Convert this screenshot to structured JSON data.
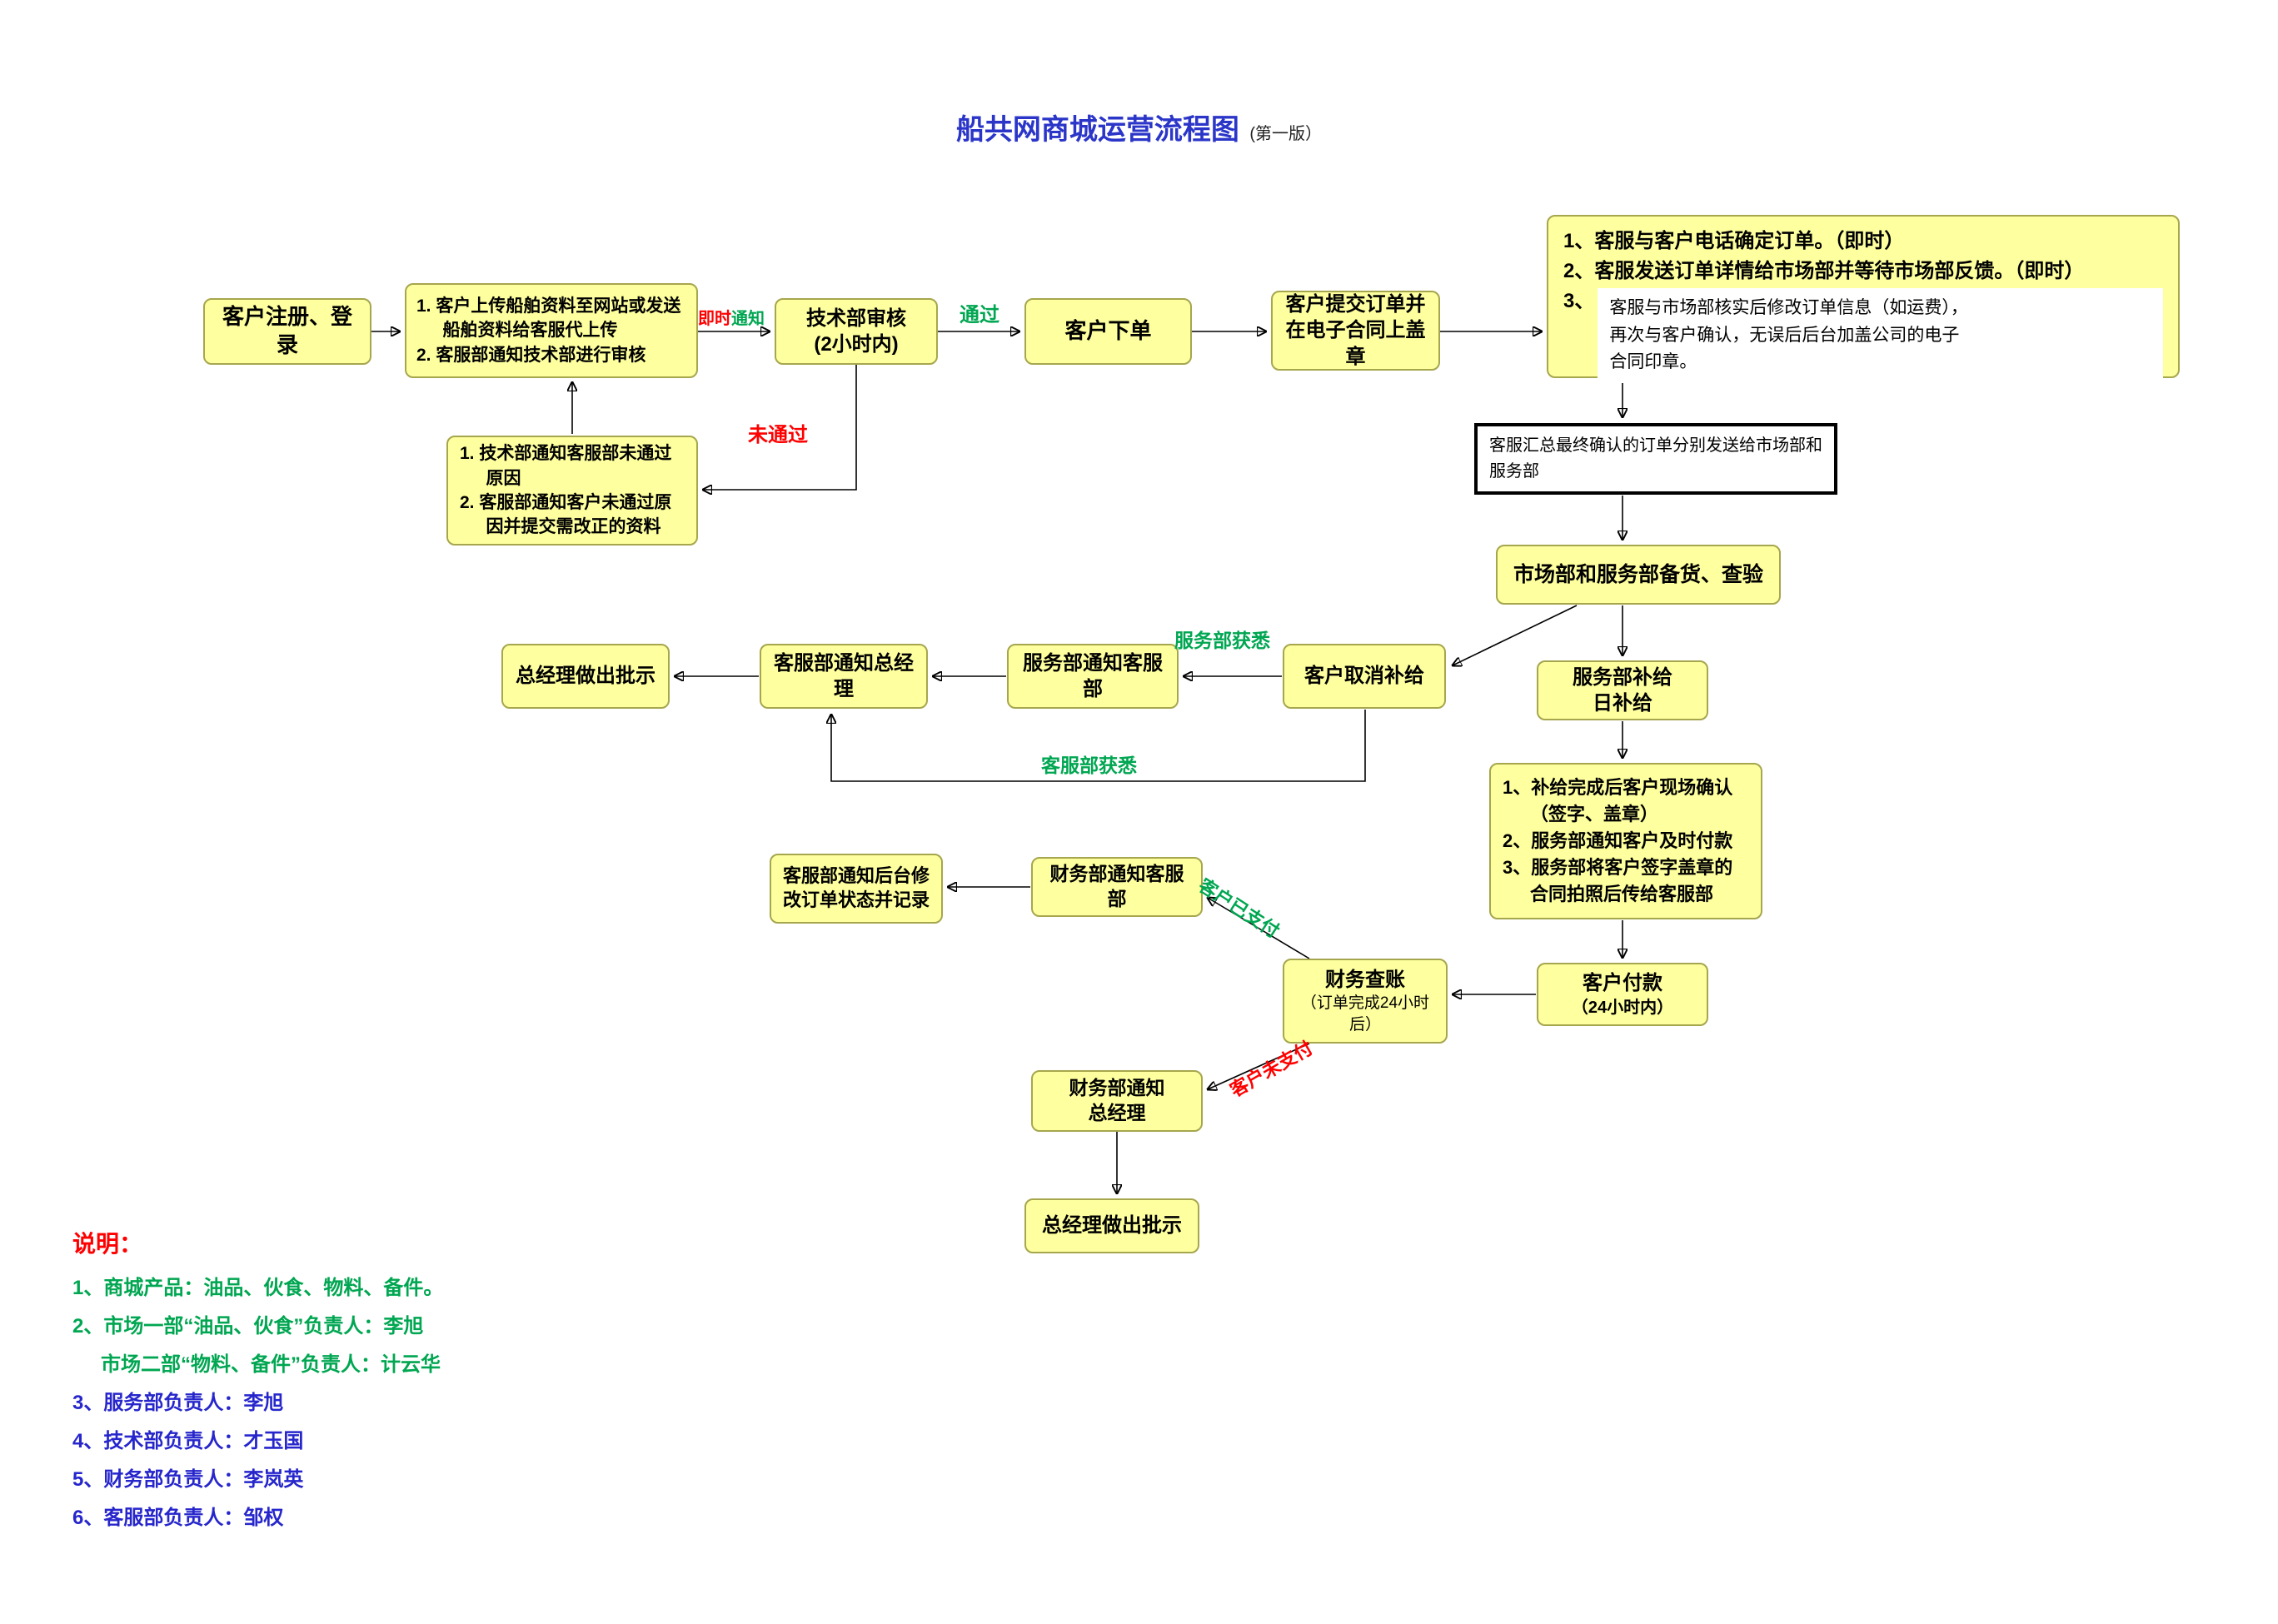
{
  "title": {
    "main": "船共网商城运营流程图",
    "version": "(第一版）"
  },
  "nodes": {
    "register": {
      "label": "客户注册、登录"
    },
    "upload_info": {
      "item1": "1. 客户上传船舶资料至网站或发送船舶资料给客服代上传",
      "item2": "2. 客服部通知技术部进行审核"
    },
    "tech_review": {
      "line1": "技术部审核",
      "line2": "(2小时内)"
    },
    "place_order": {
      "label": "客户下单"
    },
    "submit_order": {
      "label": "客户提交订单并在电子合同上盖章"
    },
    "cs_confirm": {
      "item1": "1、客服与客户电话确定订单。（即时）",
      "item2": "2、客服发送订单详情给市场部并等待市场部反馈。（即时）",
      "item3_prefix": "3、",
      "item3": "客服与市场部核实后修改订单信息（如运费），再次与客户确认，无误后后台加盖公司的电子合同印章。"
    },
    "review_fail": {
      "item1": "1. 技术部通知客服部未通过原因",
      "item2": "2. 客服部通知客户未通过原因并提交需改正的资料"
    },
    "cs_dispatch": {
      "label": "客服汇总最终确认的订单分别发送给市场部和服务部"
    },
    "prepare": {
      "label": "市场部和服务部备货、查验"
    },
    "daily_supply": {
      "line1": "服务部补给",
      "line2": "日补给"
    },
    "cancel_supply": {
      "label": "客户取消补给"
    },
    "svc_notify_cs": {
      "label": "服务部通知客服部"
    },
    "cs_notify_gm": {
      "label": "客服部通知总经理"
    },
    "gm_instruction1": {
      "label": "总经理做出批示"
    },
    "after_supply": {
      "item1": "1、补给完成后客户现场确认（签字、盖章）",
      "item2": "2、服务部通知客户及时付款",
      "item3": "3、服务部将客户签字盖章的合同拍照后传给客服部"
    },
    "payment": {
      "line1": "客户付款",
      "line2": "（24小时内）"
    },
    "audit": {
      "title": "财务查账",
      "sub": "（订单完成24小时后）"
    },
    "fin_notify_cs": {
      "label": "财务部通知客服部"
    },
    "cs_backend": {
      "label": "客服部通知后台修改订单状态并记录"
    },
    "fin_notify_gm": {
      "line1": "财务部通知",
      "line2": "总经理"
    },
    "gm_instruction2": {
      "label": "总经理做出批示"
    }
  },
  "edge_labels": {
    "instant": "即时",
    "notify": "通知",
    "pass": "通过",
    "fail": "未通过",
    "svc_informed": "服务部获悉",
    "cs_informed": "客服部获悉",
    "paid": "客户已支付",
    "unpaid": "客户未支付"
  },
  "legend": {
    "heading": "说明：",
    "items": [
      {
        "text": "1、商城产品：油品、伙食、物料、备件。"
      },
      {
        "text": "2、市场一部“油品、伙食”负责人：李旭"
      },
      {
        "text": "市场二部“物料、备件”负责人：计云华"
      },
      {
        "text": "3、服务部负责人：李旭"
      },
      {
        "text": "4、技术部负责人：才玉国"
      },
      {
        "text": "5、财务部负责人：李岚英"
      },
      {
        "text": "6、客服部负责人：邹权"
      }
    ]
  },
  "colors": {
    "box_fill": "#FEFF9E",
    "box_border": "#A6A64E",
    "green": "#00A651",
    "red": "#FF0000",
    "blue": "#2626CC",
    "title_blue": "#2B36C9"
  }
}
